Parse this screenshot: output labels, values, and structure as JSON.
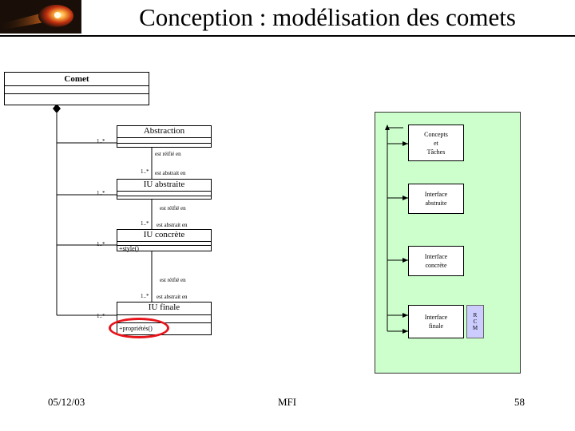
{
  "title": "Conception : modélisation des comets",
  "logo_icon": "comet-image",
  "accent_colors": {
    "panel": "#ccffcc",
    "rcm": "#ccccff",
    "highlight": "#e8141b"
  },
  "diagram": {
    "comet_class": "Comet",
    "classes": [
      {
        "name": "Abstraction",
        "attribute": ""
      },
      {
        "name": "IU abstraite",
        "attribute": ""
      },
      {
        "name": "IU concrète",
        "attribute": "+style()"
      },
      {
        "name": "IU finale",
        "attribute": "+propriétés()"
      }
    ],
    "multiplicity": "1..*",
    "reified": "est réifié en",
    "abstraction": "est abstrait en",
    "targets": [
      {
        "lines": [
          "Concepts",
          "et",
          "Tâches"
        ]
      },
      {
        "lines": [
          "Interface",
          "abstraite"
        ]
      },
      {
        "lines": [
          "Interface",
          "concrète"
        ]
      },
      {
        "lines": [
          "Interface",
          "finale"
        ]
      }
    ],
    "rcm": [
      "R",
      "C",
      "M"
    ]
  },
  "footer": {
    "date": "05/12/03",
    "center": "MFI",
    "page": "58"
  }
}
